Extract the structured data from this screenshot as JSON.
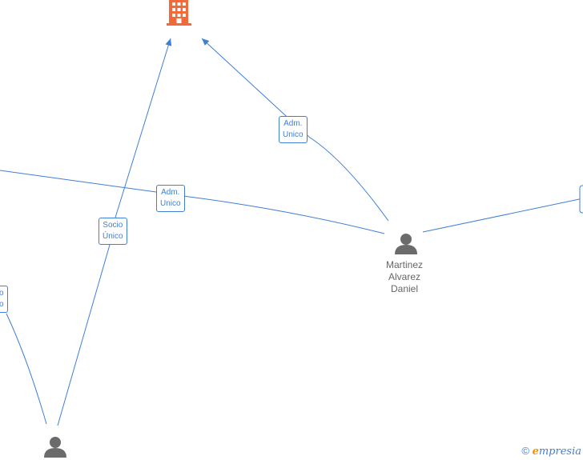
{
  "nodes": {
    "company": {
      "icon": "building-icon"
    },
    "person_main": {
      "icon": "person-icon",
      "name_lines": [
        "Martinez",
        "Alvarez",
        "Daniel"
      ]
    },
    "person_bottom": {
      "icon": "person-icon"
    }
  },
  "edges": {
    "adm_unico_right": {
      "lines": [
        "Adm.",
        "Unico"
      ]
    },
    "adm_unico_left": {
      "lines": [
        "Adm.",
        "Unico"
      ]
    },
    "socio_unico": {
      "lines": [
        "Socio",
        "Único"
      ]
    },
    "partial_left": {
      "lines": [
        "o",
        "o"
      ]
    }
  },
  "footer": {
    "copyright": "©",
    "brand_first": "e",
    "brand_rest": "mpresia"
  },
  "colors": {
    "edge": "#3f7fd6",
    "company": "#f26a3a",
    "person": "#6b6b6b",
    "brand_accent": "#f39200"
  }
}
